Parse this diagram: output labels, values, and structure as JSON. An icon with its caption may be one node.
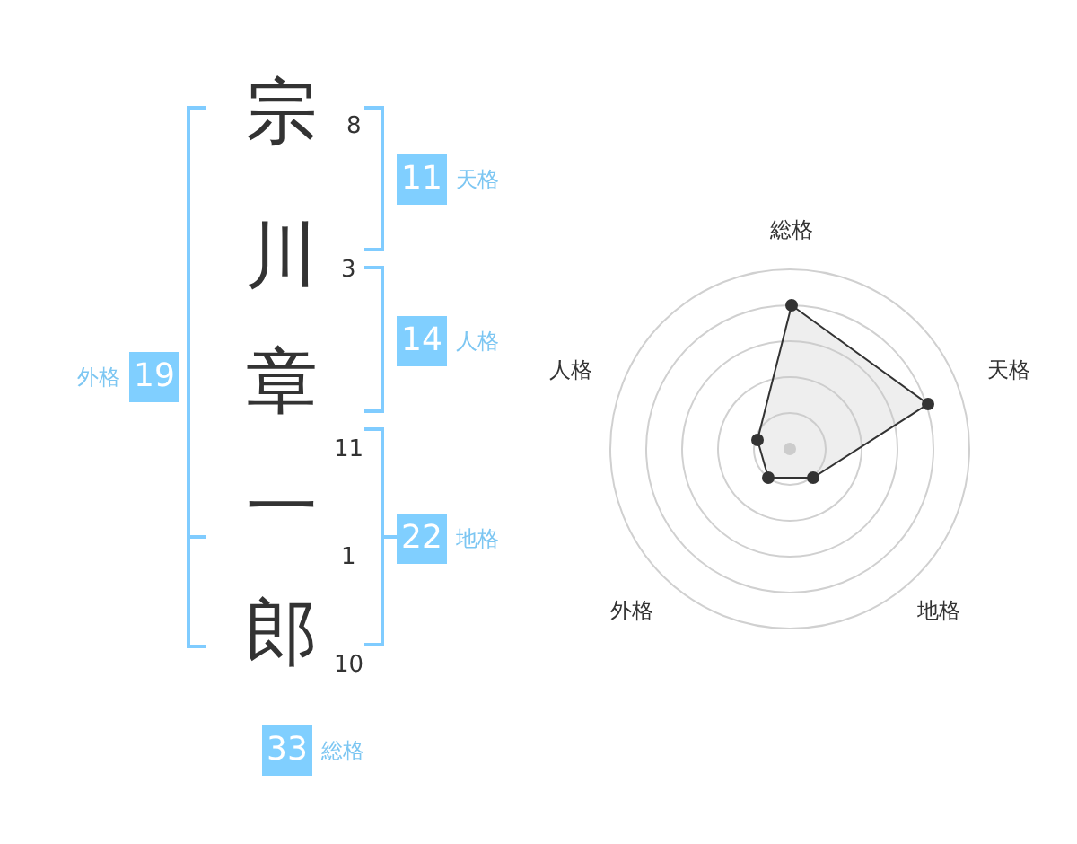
{
  "diagram": {
    "nodes": [
      {
        "text": [
          "11"
        ],
        "beside": [
          "天格"
        ]
      },
      {
        "text": [
          "14"
        ],
        "beside": [
          "人格"
        ]
      },
      {
        "text": [
          "19"
        ],
        "beside": [
          "外格"
        ]
      },
      {
        "text": [
          "22"
        ],
        "beside": [
          "地格"
        ]
      },
      {
        "text": [
          "33"
        ],
        "beside": [
          "総格"
        ]
      }
    ],
    "labels": [
      "宗",
      "8",
      "川",
      "3",
      "章",
      "11",
      "一",
      "1",
      "郎",
      "10",
      "総格",
      "人格",
      "天格",
      "外格",
      "地格"
    ]
  }
}
